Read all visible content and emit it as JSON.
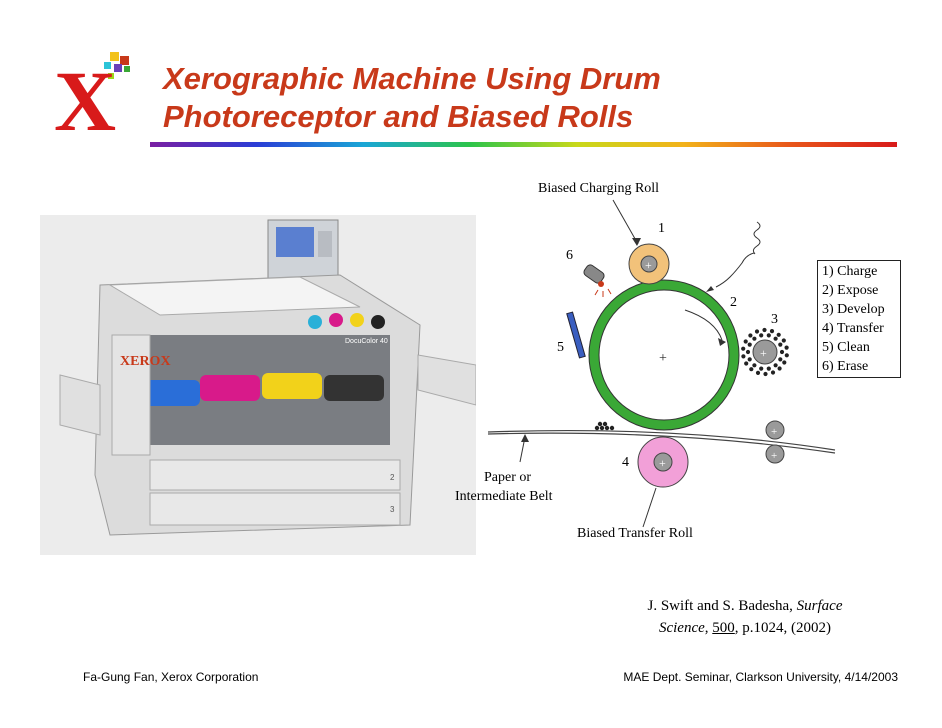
{
  "header": {
    "logo_letter": "X",
    "title_line1": "Xerographic Machine Using Drum",
    "title_line2": "Photoreceptor and Biased Rolls"
  },
  "photo": {
    "description_icon": "printer-machine-photo",
    "brand_label": "XEROX",
    "model_label": "DocuColor 40",
    "tray_numbers": [
      "2",
      "3"
    ]
  },
  "diagram": {
    "labels": {
      "charging_roll": "Biased Charging Roll",
      "transfer_roll": "Biased Transfer Roll",
      "paper_line1": "Paper or",
      "paper_line2": "Intermediate Belt"
    },
    "numbers": {
      "n1": "1",
      "n2": "2",
      "n3": "3",
      "n4": "4",
      "n5": "5",
      "n6": "6"
    },
    "steps": [
      "1) Charge",
      "2) Expose",
      "3) Develop",
      "4) Transfer",
      "5) Clean",
      "6) Erase"
    ],
    "plus": "+",
    "colors": {
      "drum": "#3aa836",
      "charging_roll": "#f2c27a",
      "transfer_roll": "#f2a0d8",
      "blade": "#3a5ec0",
      "erase_lamp": "#c8391a",
      "roll_core": "#9a9a9a",
      "title": "#c8391a"
    }
  },
  "citation": {
    "authors": "J. Swift and S. Badesha, ",
    "journal1": "Surface",
    "journal2": "Science",
    "sep": ", ",
    "volume": "500",
    "rest": ", p.1024, (2002)"
  },
  "footer": {
    "left": "Fa-Gung Fan, Xerox Corporation",
    "right": "MAE Dept. Seminar, Clarkson University, 4/14/2003"
  }
}
